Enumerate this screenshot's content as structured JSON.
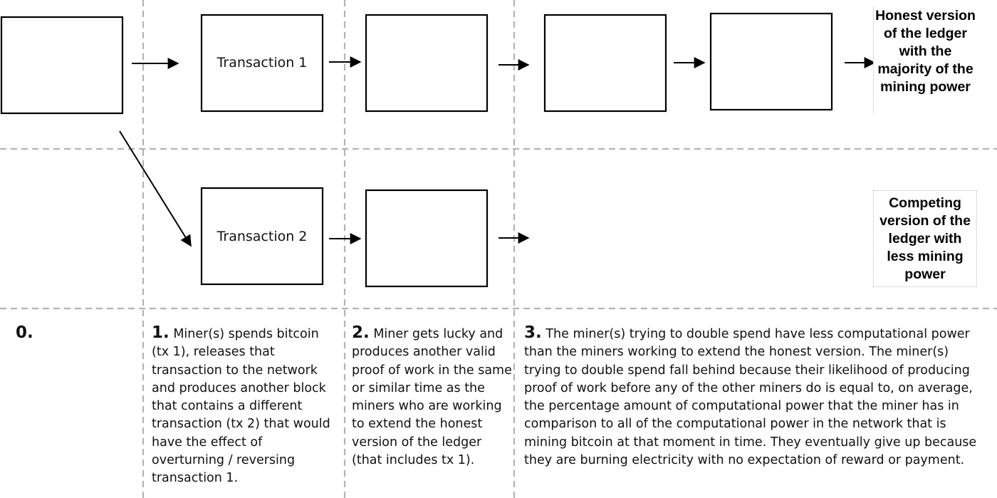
{
  "blocks": {
    "transaction_1": "Transaction 1",
    "transaction_2": "Transaction 2"
  },
  "labels": {
    "honest_ledger": "Honest version of the ledger with the majority of the mining power",
    "competing_ledger": "Competing version of the ledger with less mining power"
  },
  "steps": [
    {
      "number": "0.",
      "text": ""
    },
    {
      "number": "1.",
      "text": "Miner(s) spends bitcoin (tx 1), releases that transaction to the network and produces another block that contains a different transaction (tx 2) that would have the effect of overturning / reversing transaction 1."
    },
    {
      "number": "2.",
      "text": "Miner gets lucky and produces another valid proof of work in the same or similar time as the miners who are working to extend the honest version of the ledger (that includes tx 1)."
    },
    {
      "number": "3.",
      "text": "The miner(s) trying to double spend have less computational power than the miners working to extend the honest version. The miner(s) trying to double spend fall behind because their likelihood of producing proof of work before any of the other miners do is equal to, on average, the percentage amount of computational power that the miner has in comparison to all of the computational power in the network that is mining bitcoin at that moment in time. They eventually give up because they are burning electricity with no expectation of reward or payment."
    }
  ],
  "colors": {
    "divider": "#b3b3b3",
    "block_stroke": "#000000"
  }
}
